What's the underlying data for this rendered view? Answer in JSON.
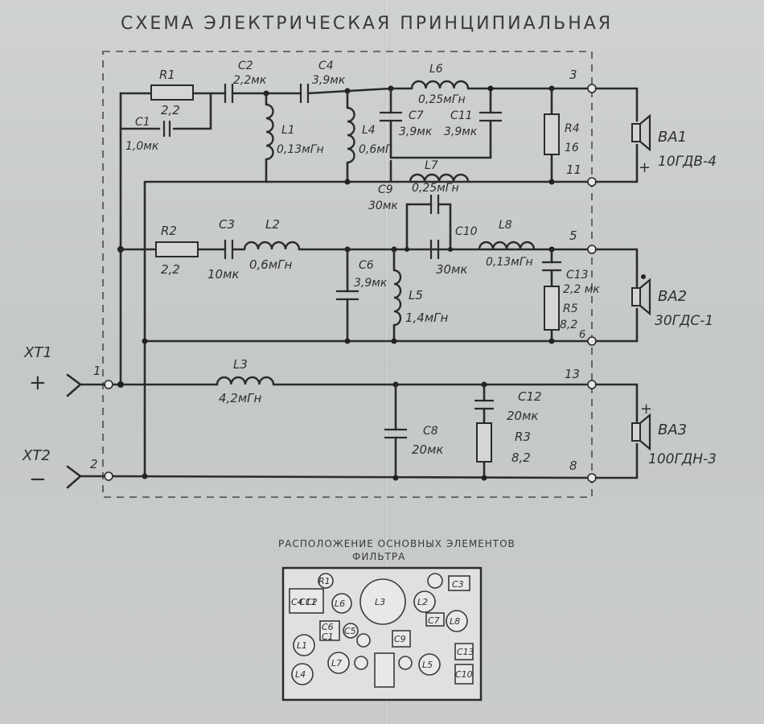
{
  "title": "СХЕМА ЭЛЕКТРИЧЕСКАЯ ПРИНЦИПИАЛЬНАЯ",
  "components": {
    "R1": {
      "name": "R1",
      "value": "2,2"
    },
    "C1": {
      "name": "C1",
      "value": "1,0мк"
    },
    "C2": {
      "name": "C2",
      "value": "2,2мк"
    },
    "C4": {
      "name": "C4",
      "value": "3,9мк"
    },
    "L1": {
      "name": "L1",
      "value": "0,13мГн"
    },
    "L4": {
      "name": "L4",
      "value": "0,6мГ"
    },
    "L6": {
      "name": "L6",
      "value": "0,25мГн"
    },
    "C7": {
      "name": "C7",
      "value": "3,9мк"
    },
    "C11": {
      "name": "C11",
      "value": "3,9мк"
    },
    "R4": {
      "name": "R4",
      "value": "16"
    },
    "L7": {
      "name": "L7",
      "value": "0,25мГн"
    },
    "C9": {
      "name": "C9",
      "value": "30мк"
    },
    "R2": {
      "name": "R2",
      "value": "2,2"
    },
    "C3": {
      "name": "C3",
      "value": "10мк"
    },
    "L2": {
      "name": "L2",
      "value": "0,6мГн"
    },
    "C6": {
      "name": "C6",
      "value": "3,9мк"
    },
    "L5": {
      "name": "L5",
      "value": "1,4мГн"
    },
    "C10": {
      "name": "C10",
      "value": "30мк"
    },
    "L8": {
      "name": "L8",
      "value": "0,13мГн"
    },
    "C13": {
      "name": "C13",
      "value": "2,2 мк"
    },
    "R5": {
      "name": "R5",
      "value": "8,2"
    },
    "L3": {
      "name": "L3",
      "value": "4,2мГн"
    },
    "C8": {
      "name": "C8",
      "value": "20мк"
    },
    "C12": {
      "name": "C12",
      "value": "20мк"
    },
    "R3": {
      "name": "R3",
      "value": "8,2"
    }
  },
  "speakers": {
    "BA1": {
      "name": "ВА1",
      "model": "10ГДВ-4"
    },
    "BA2": {
      "name": "ВА2",
      "model": "30ГДС-1"
    },
    "BA3": {
      "name": "ВА3",
      "model": "100ГДН-3"
    }
  },
  "connectors": {
    "XT1": {
      "name": "ХТ1",
      "sign": "+"
    },
    "XT2": {
      "name": "ХТ2",
      "sign": "−"
    }
  },
  "terminals": {
    "t1": "1",
    "t2": "2",
    "t3": "3",
    "t11": "11",
    "t5": "5",
    "t13": "13",
    "t8": "8",
    "r6": "6"
  },
  "layout": {
    "title_line1": "РАСПОЛОЖЕНИЕ ОСНОВНЫХ ЭЛЕМЕНТОВ",
    "title_line2": "ФИЛЬТРА",
    "board_labels": [
      "R1",
      "C4",
      "C2",
      "C11",
      "L6",
      "L3",
      "L2",
      "L8",
      "C7",
      "C6",
      "C1",
      "L7",
      "C5",
      "L1",
      "C3",
      "L5",
      "C9",
      "L4",
      "C13",
      "C10"
    ]
  }
}
